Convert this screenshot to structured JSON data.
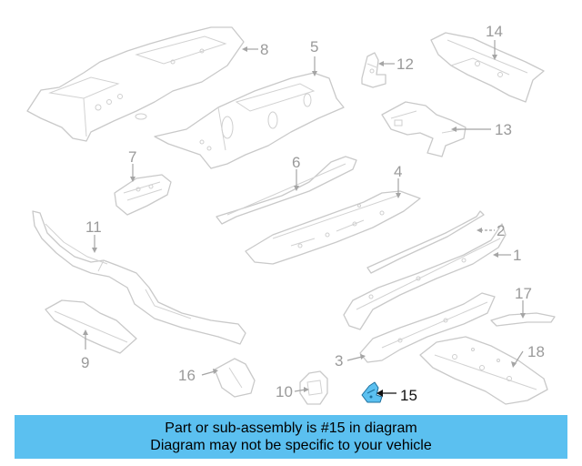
{
  "callouts": [
    "1",
    "2",
    "3",
    "4",
    "5",
    "6",
    "7",
    "8",
    "9",
    "10",
    "11",
    "12",
    "13",
    "14",
    "15",
    "16",
    "17",
    "18"
  ],
  "highlighted_part": "15",
  "banner": {
    "line1": "Part or sub-assembly is #15 in diagram",
    "line2": "Diagram may not be specific to your vehicle"
  }
}
